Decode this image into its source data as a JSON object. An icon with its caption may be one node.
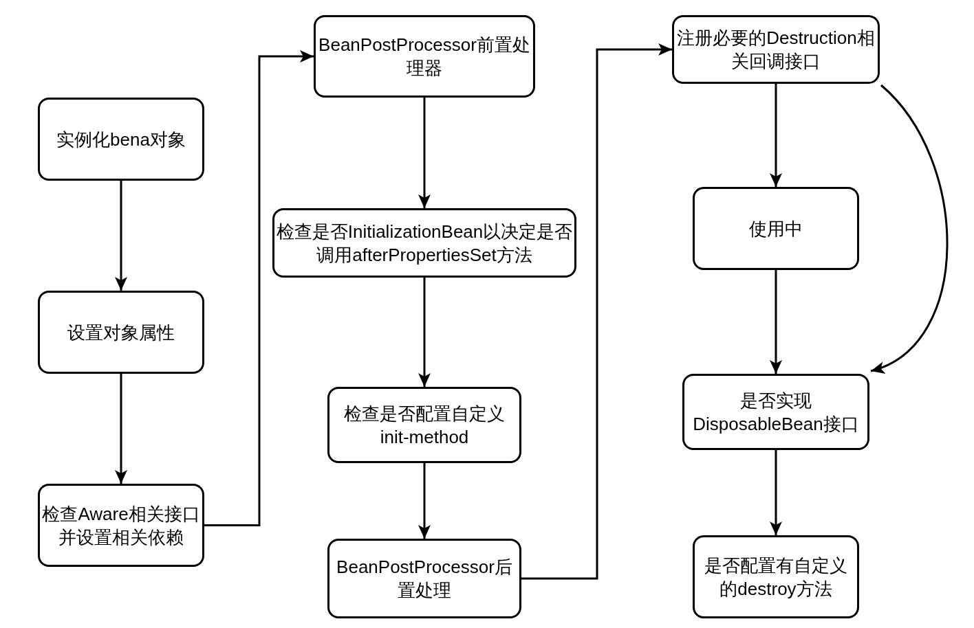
{
  "diagram": {
    "nodes": [
      {
        "text": [
          "实例化bena对象"
        ]
      },
      {
        "text": [
          "设置对象属性"
        ]
      },
      {
        "text": [
          "检查Aware相关接口并设置相关依赖"
        ]
      },
      {
        "text": [
          "BeanPostProcessor前置处理器"
        ]
      },
      {
        "text": [
          "检查是否InitializationBean以决定是否调用afterPropertiesSet方法"
        ]
      },
      {
        "text": [
          "检查是否配置自定义init-method"
        ]
      },
      {
        "text": [
          "BeanPostProcessor后置处理"
        ]
      },
      {
        "text": [
          "注册必要的Destruction相关回调接口"
        ]
      },
      {
        "text": [
          "使用中"
        ]
      },
      {
        "text": [
          "是否实现DisposableBean接口"
        ]
      },
      {
        "text": [
          "是否配置有自定义的destroy方法"
        ]
      }
    ],
    "edges": [
      {
        "from": 0,
        "to": 1,
        "arrow": "to"
      },
      {
        "from": 1,
        "to": 2,
        "arrow": "to"
      },
      {
        "from": 2,
        "to": 3,
        "arrow": "to"
      },
      {
        "from": 3,
        "to": 4,
        "arrow": "to"
      },
      {
        "from": 4,
        "to": 5,
        "arrow": "to"
      },
      {
        "from": 5,
        "to": 6,
        "arrow": "to"
      },
      {
        "from": 6,
        "to": 7,
        "arrow": "to"
      },
      {
        "from": 7,
        "to": 8,
        "arrow": "to"
      },
      {
        "from": 8,
        "to": 9,
        "arrow": "to"
      },
      {
        "from": 7,
        "to": 9,
        "arrow": "to"
      },
      {
        "from": 9,
        "to": 10,
        "arrow": "to"
      }
    ]
  }
}
